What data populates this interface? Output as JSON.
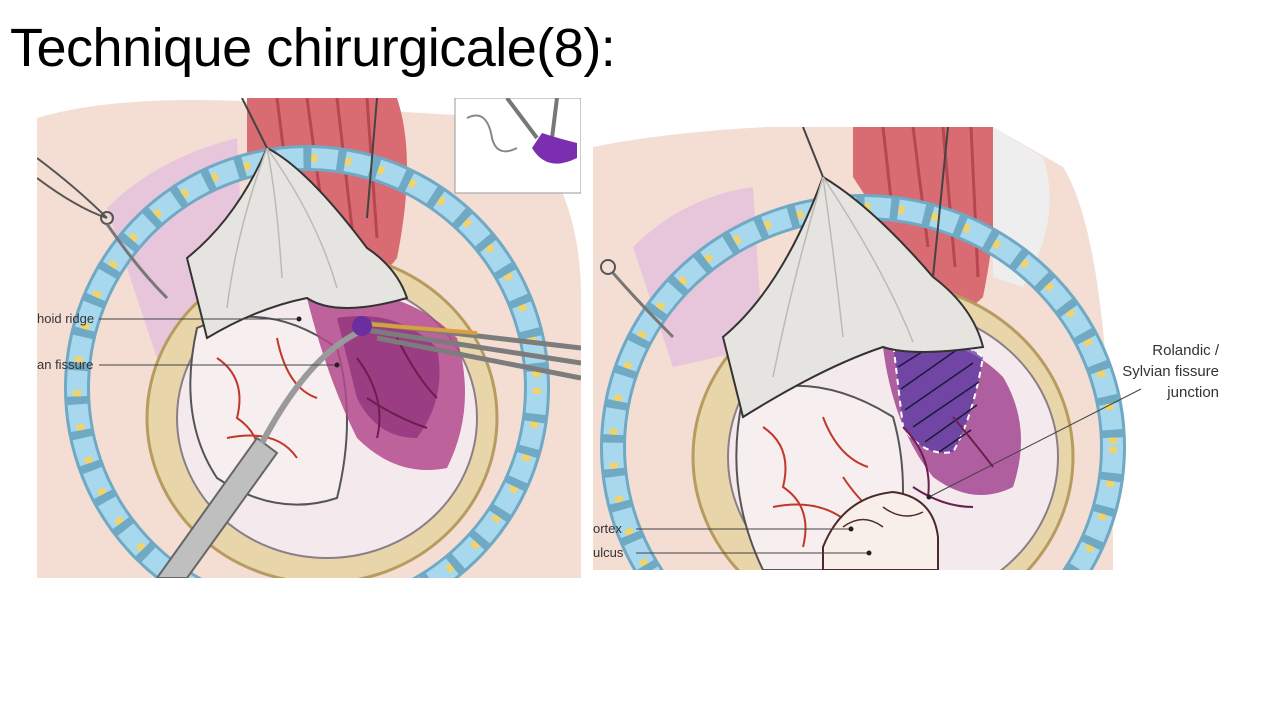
{
  "slide": {
    "title": "Technique chirurgicale(8):"
  },
  "figure_left": {
    "labels": [
      "hoid ridge",
      "an fissure"
    ]
  },
  "figure_right": {
    "labels": [
      "ortex",
      "ulcus"
    ],
    "callout": [
      "Rolandic /",
      "Sylvian fissure",
      "junction"
    ]
  },
  "colors": {
    "skin": "#f3d8cc",
    "retractor_blue": "#9fd1ea",
    "retractor_yellow": "#f2d46a",
    "muscle": "#d96b73",
    "dura": "#ecebe6",
    "brain": "#f6eef0",
    "lesion": "#a0307a",
    "vessel": "#c0392b",
    "bone": "#e6d3a8"
  }
}
